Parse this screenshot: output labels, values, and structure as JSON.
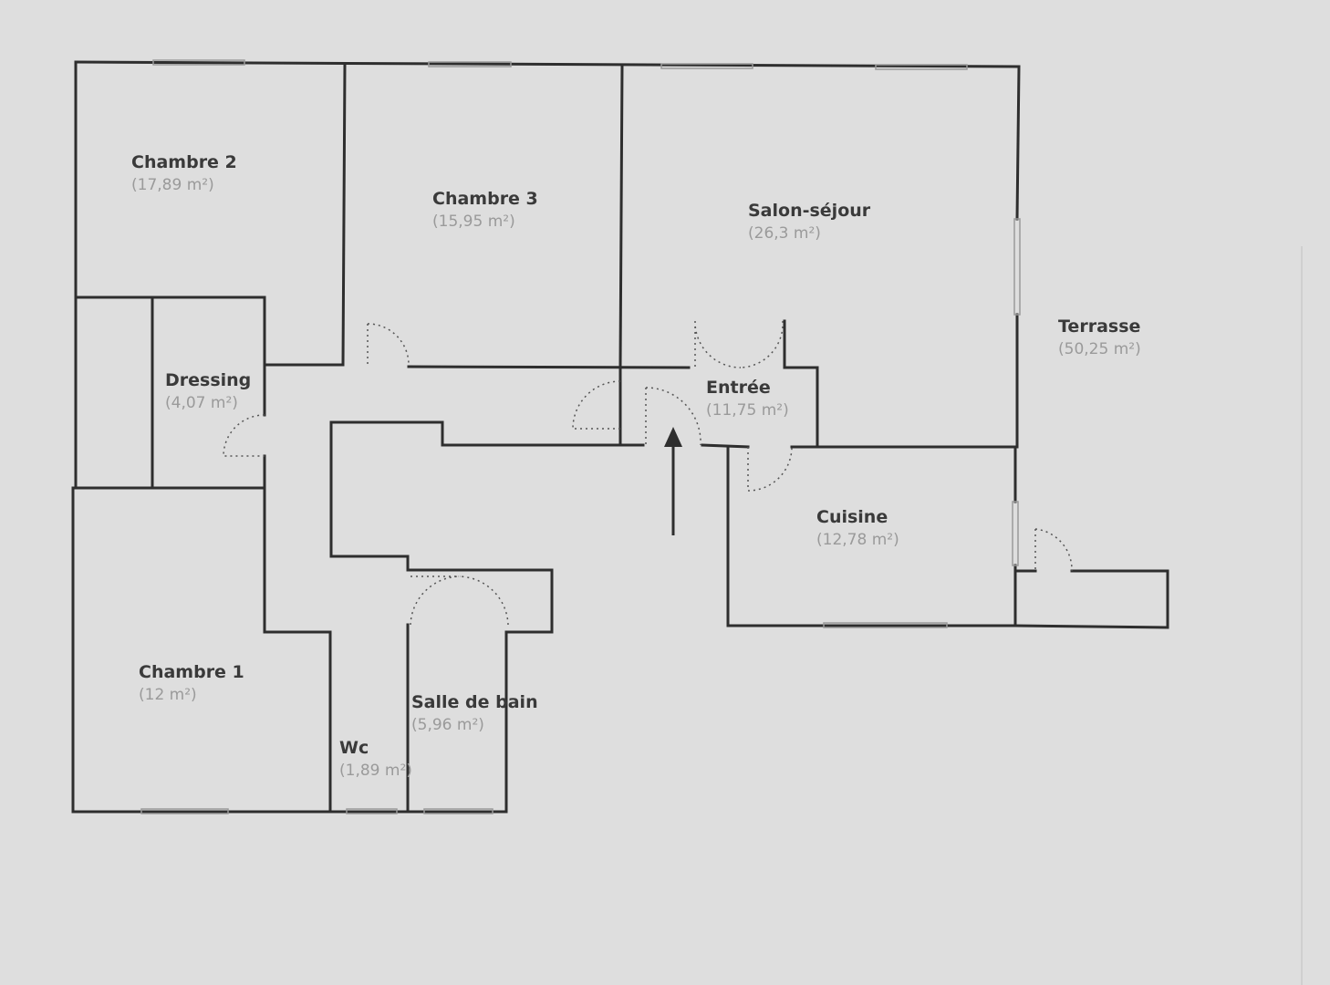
{
  "rooms": [
    {
      "id": "chambre-2",
      "name": "Chambre 2",
      "area": "(17,89 m²)"
    },
    {
      "id": "chambre-3",
      "name": "Chambre 3",
      "area": "(15,95 m²)"
    },
    {
      "id": "salon-sejour",
      "name": "Salon-séjour",
      "area": "(26,3 m²)"
    },
    {
      "id": "terrasse",
      "name": "Terrasse",
      "area": "(50,25 m²)"
    },
    {
      "id": "dressing",
      "name": "Dressing",
      "area": "(4,07 m²)"
    },
    {
      "id": "entree",
      "name": "Entrée",
      "area": "(11,75 m²)"
    },
    {
      "id": "cuisine",
      "name": "Cuisine",
      "area": "(12,78 m²)"
    },
    {
      "id": "chambre-1",
      "name": "Chambre 1",
      "area": "(12 m²)"
    },
    {
      "id": "salle-de-bain",
      "name": "Salle de bain",
      "area": "(5,96 m²)"
    },
    {
      "id": "wc",
      "name": "Wc",
      "area": "(1,89 m²)"
    }
  ],
  "colors": {
    "background": "#dedede",
    "wall": "#2e2e2e"
  },
  "entrance_arrow": "arrow-up-icon"
}
